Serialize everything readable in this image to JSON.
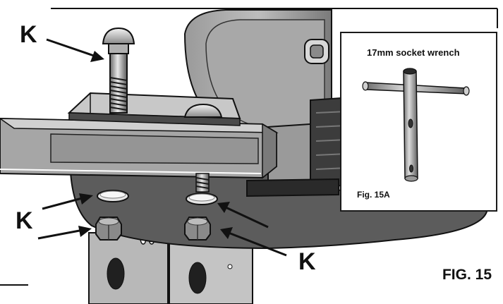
{
  "labels": {
    "k1": "K",
    "k2": "K",
    "k3": "K"
  },
  "inset": {
    "title": "17mm socket wrench",
    "figure": "Fig. 15A"
  },
  "figure_label": "FIG. 15",
  "colors": {
    "metal_dark": "#5a5a5a",
    "metal_mid": "#8c8c8c",
    "metal_light": "#d6d6d6",
    "outline": "#111111"
  }
}
